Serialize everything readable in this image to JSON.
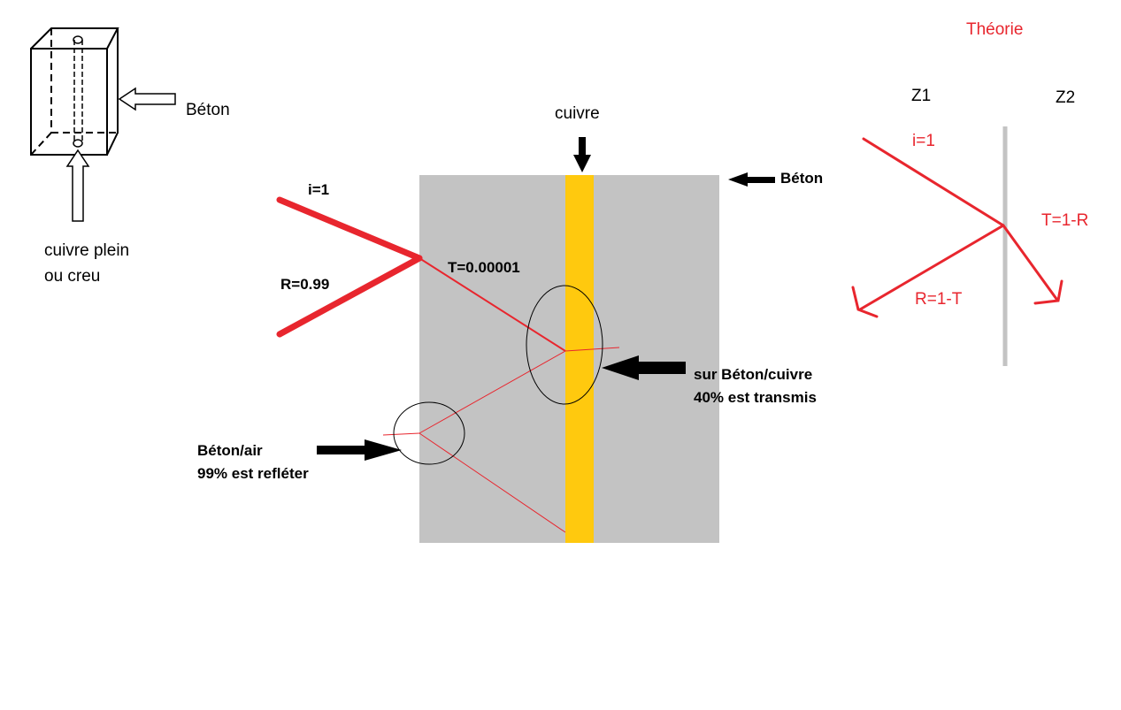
{
  "labels": {
    "beton_top": "Béton",
    "cuivre_plein_line1": "cuivre plein",
    "cuivre_plein_line2": "ou creu",
    "cuivre": "cuivre",
    "beton_main": "Béton",
    "i_main": "i=1",
    "r_main": "R=0.99",
    "t_main": "T=0.00001",
    "beton_cuivre_line1": "sur Béton/cuivre",
    "beton_cuivre_line2": "40% est transmis",
    "beton_air_line1": "Béton/air",
    "beton_air_line2": "99% est refléter",
    "theorie": "Théorie",
    "z1": "Z1",
    "z2": "Z2",
    "i_theory": "i=1",
    "t_theory": "T=1-R",
    "r_theory": "R=1-T"
  },
  "colors": {
    "ray_red": "#e8262e",
    "concrete_gray": "#c3c3c3",
    "copper_yellow": "#ffc90e",
    "interface_gray": "#c3c3c3",
    "text_black": "#000000"
  },
  "icons": {
    "block_sketch": "cube-with-rod-sketch",
    "hollow_arrow_left": "hollow-arrow-left-icon",
    "hollow_arrow_up": "hollow-arrow-up-icon",
    "solid_arrow_down": "solid-arrow-down-icon",
    "solid_arrow_left": "solid-arrow-left-icon",
    "solid_arrow_right": "solid-arrow-right-icon"
  }
}
